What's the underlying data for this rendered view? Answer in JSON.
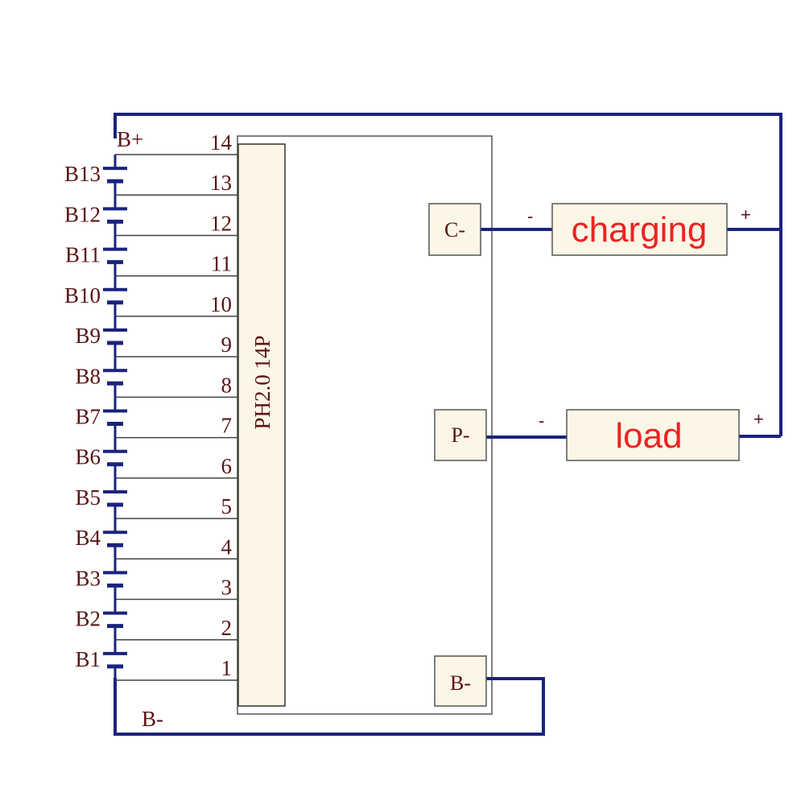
{
  "battery_labels": [
    "B1",
    "B2",
    "B3",
    "B4",
    "B5",
    "B6",
    "B7",
    "B8",
    "B9",
    "B10",
    "B11",
    "B12",
    "B13"
  ],
  "pin_numbers": [
    "1",
    "2",
    "3",
    "4",
    "5",
    "6",
    "7",
    "8",
    "9",
    "10",
    "11",
    "12",
    "13",
    "14"
  ],
  "connector_label": "PH2.0 14P",
  "top_rail_label": "B+",
  "bottom_rail_label": "B-",
  "terminals": {
    "charge": "C-",
    "load": "P-",
    "battery": "B-"
  },
  "boxes": {
    "charging": {
      "label": "charging",
      "minus": "-",
      "plus": "+"
    },
    "load": {
      "label": "load",
      "minus": "-",
      "plus": "+"
    }
  },
  "colors": {
    "wire": "#1a237e",
    "box_fill": "#fbf6e6",
    "text_dark": "#5a1414",
    "text_red": "#ee2222"
  }
}
